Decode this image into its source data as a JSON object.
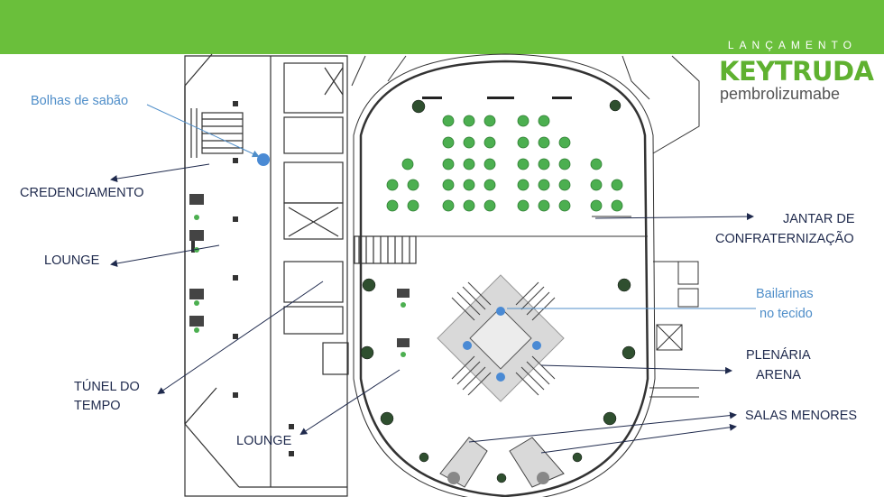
{
  "header": {
    "lancamento": "LANÇAMENTO",
    "brand": "KEYTRUDA",
    "brand_sub": "pembrolizumabe"
  },
  "labels": {
    "bolhas": "Bolhas de sabão",
    "credenciamento": "CREDENCIAMENTO",
    "lounge_left": "LOUNGE",
    "tunel_line1": "TÚNEL DO",
    "tunel_line2": "TEMPO",
    "lounge_bottom": "LOUNGE",
    "jantar_line1": "JANTAR DE",
    "jantar_line2": "CONFRATERNIZAÇÃO",
    "bailarinas_line1": "Bailarinas",
    "bailarinas_line2": "no tecido",
    "plenaria_line1": "PLENÁRIA",
    "plenaria_line2": "ARENA",
    "salas": "SALAS MENORES"
  },
  "colors": {
    "header_green": "#6abf3b",
    "label_navy": "#1f2a4d",
    "label_blue": "#4f8ec9",
    "table_green": "#4caf50",
    "marker_blue": "#4a8ad4"
  }
}
